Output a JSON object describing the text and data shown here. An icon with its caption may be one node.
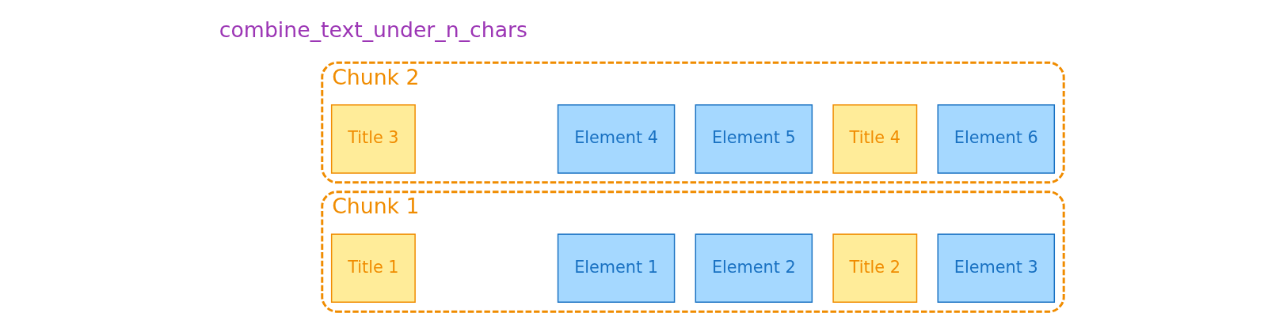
{
  "diagram": {
    "nodes": [
      {
        "text": [
          "Chunk 1"
        ]
      },
      {
        "text": [
          "Title 1"
        ],
        "in": 0
      },
      {
        "text": [
          "Element 1"
        ],
        "in": 0
      },
      {
        "text": [
          "Element 2"
        ],
        "in": 0
      },
      {
        "text": [
          "Title 2"
        ],
        "in": 0
      },
      {
        "text": [
          "Element 3"
        ],
        "in": 0
      },
      {
        "text": [
          "Chunk 2"
        ]
      },
      {
        "text": [
          "Title 3"
        ],
        "in": 6
      },
      {
        "text": [
          "Element 4"
        ],
        "in": 6
      },
      {
        "text": [
          "Element 5"
        ],
        "in": 6
      },
      {
        "text": [
          "Title 4"
        ],
        "in": 6
      },
      {
        "text": [
          "Element 6"
        ],
        "in": 6
      }
    ],
    "edges": [],
    "labels": [
      "combine_text_under_n_chars"
    ]
  }
}
